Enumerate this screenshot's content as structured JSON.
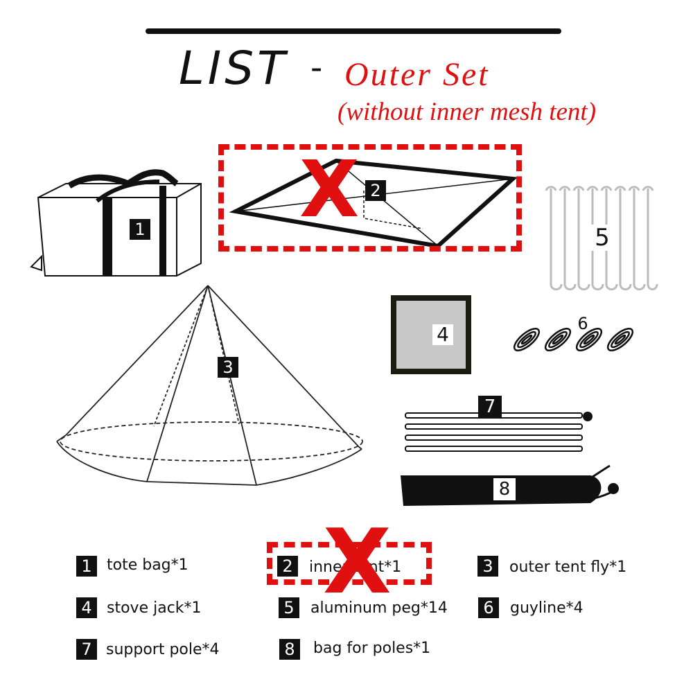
{
  "header": {
    "title": "LIST",
    "separator": "-",
    "set_name": "Outer Set",
    "subtitle": "(without inner mesh tent)"
  },
  "colors": {
    "accent": "#e01010",
    "ink": "#111111"
  },
  "diagram": {
    "excluded_mark": "X",
    "items": [
      {
        "num": "1",
        "icon": "tote-bag-icon"
      },
      {
        "num": "2",
        "icon": "inner-tent-icon"
      },
      {
        "num": "3",
        "icon": "outer-tent-fly-icon"
      },
      {
        "num": "4",
        "icon": "stove-jack-icon"
      },
      {
        "num": "5",
        "icon": "aluminum-peg-icon"
      },
      {
        "num": "6",
        "icon": "guyline-icon"
      },
      {
        "num": "7",
        "icon": "support-pole-icon"
      },
      {
        "num": "8",
        "icon": "pole-bag-icon"
      }
    ]
  },
  "legend": [
    {
      "num": "1",
      "label": "tote bag*1"
    },
    {
      "num": "2",
      "label": "inner tent*1"
    },
    {
      "num": "3",
      "label": "outer tent fly*1"
    },
    {
      "num": "4",
      "label": "stove jack*1"
    },
    {
      "num": "5",
      "label": "aluminum peg*14"
    },
    {
      "num": "6",
      "label": "guyline*4"
    },
    {
      "num": "7",
      "label": "support pole*4"
    },
    {
      "num": "8",
      "label": "bag for poles*1"
    }
  ]
}
